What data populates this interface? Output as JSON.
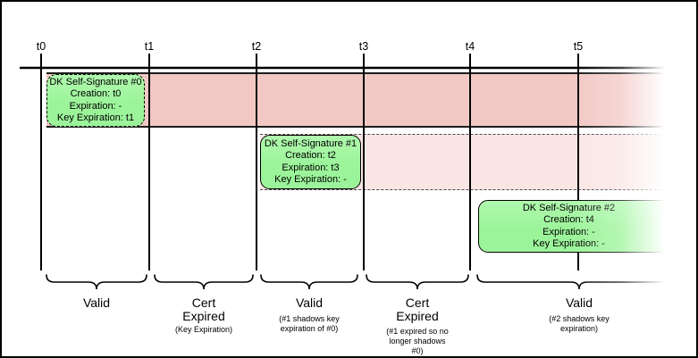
{
  "timeline": {
    "ticks": [
      "t0",
      "t1",
      "t2",
      "t3",
      "t4",
      "t5"
    ]
  },
  "signature_boxes": [
    {
      "title": "DK Self-Signature #0",
      "creation": "Creation: t0",
      "expiration": "Expiration: -",
      "key_expiration": "Key Expiration: t1"
    },
    {
      "title": "DK Self-Signature #1",
      "creation": "Creation: t2",
      "expiration": "Expiration: t3",
      "key_expiration": "Key Expiration: -"
    },
    {
      "title": "DK Self-Signature #2",
      "creation": "Creation: t4",
      "expiration": "Expiration: -",
      "key_expiration": "Key Expiration: -"
    }
  ],
  "periods": [
    {
      "label": "Valid",
      "note": ""
    },
    {
      "label": "Cert Expired",
      "note": "(Key Expiration)"
    },
    {
      "label": "Valid",
      "note": "(#1 shadows key expiration of #0)"
    },
    {
      "label": "Cert Expired",
      "note": "(#1 expired so no longer shadows #0)"
    },
    {
      "label": "Valid",
      "note": "(#2 shadows key expiration)"
    }
  ],
  "colors": {
    "band_strong": "#f2c8c5",
    "band_light": "#f9e6e4",
    "box_green": "#9cf49a",
    "line": "#000000"
  }
}
